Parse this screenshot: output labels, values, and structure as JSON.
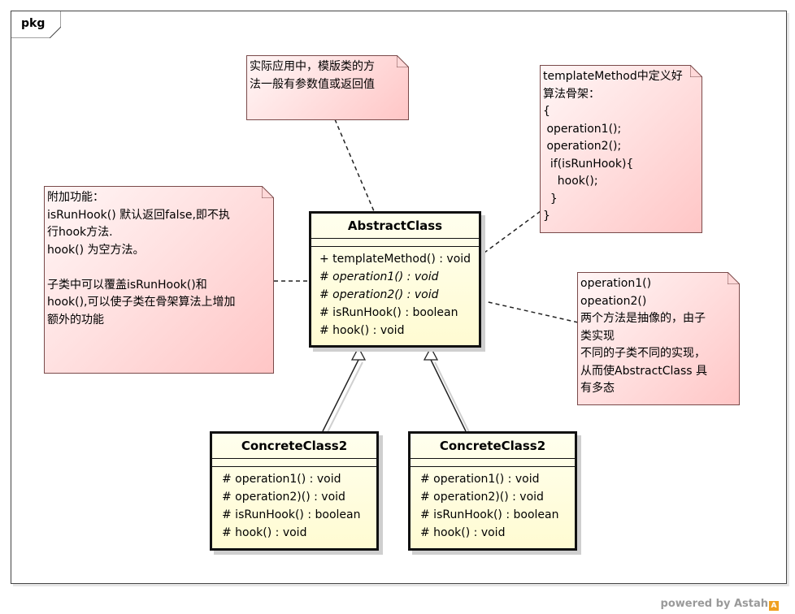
{
  "package": {
    "label": "pkg"
  },
  "classes": {
    "abstract": {
      "name": "AbstractClass",
      "operations": [
        {
          "text": "+ templateMethod() : void",
          "italic": false
        },
        {
          "text": "# operation1() : void",
          "italic": true
        },
        {
          "text": "# operation2() : void",
          "italic": true
        },
        {
          "text": "# isRunHook() : boolean",
          "italic": false
        },
        {
          "text": "# hook() : void",
          "italic": false
        }
      ]
    },
    "concrete_left": {
      "name": "ConcreteClass2",
      "operations": [
        {
          "text": "# operation1() : void"
        },
        {
          "text": "# operation2)() : void"
        },
        {
          "text": "# isRunHook() : boolean"
        },
        {
          "text": "# hook() : void"
        }
      ]
    },
    "concrete_right": {
      "name": "ConcreteClass2",
      "operations": [
        {
          "text": "# operation1() : void"
        },
        {
          "text": "# operation2)() : void"
        },
        {
          "text": "# isRunHook() : boolean"
        },
        {
          "text": "# hook() : void"
        }
      ]
    }
  },
  "notes": {
    "top": {
      "lines": [
        "实际应用中，模版类的方",
        "法一般有参数值或返回值"
      ]
    },
    "template": {
      "lines": [
        "templateMethod中定义好",
        "算法骨架：",
        "{",
        " operation1();",
        " operation2();",
        "  if(isRunHook){",
        "    hook();",
        "  }",
        "}"
      ]
    },
    "hook": {
      "lines": [
        "附加功能：",
        "isRunHook() 默认返回false,即不执",
        "行hook方法.",
        "hook() 为空方法。",
        "",
        "子类中可以覆盖isRunHook()和",
        "hook(),可以使子类在骨架算法上增加",
        "额外的功能"
      ]
    },
    "operations": {
      "lines": [
        "operation1()",
        "opeation2()",
        "两个方法是抽像的，由子",
        "类实现",
        "不同的子类不同的实现，",
        "从而使AbstractClass 具",
        "有多态"
      ]
    }
  },
  "watermark": {
    "text": "powered by Astah",
    "logo": "A"
  }
}
